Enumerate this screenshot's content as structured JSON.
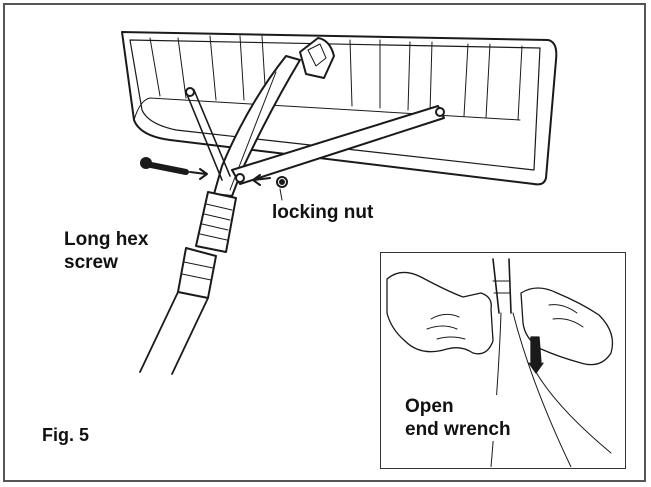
{
  "labels": {
    "screw_line1": "Long hex",
    "screw_line2": "screw",
    "nut": "locking nut",
    "figure": "Fig. 5",
    "wrench_line1": "Open",
    "wrench_line2": "end wrench"
  },
  "colors": {
    "ink": "#1a1a1a",
    "frame": "#555555"
  },
  "icons": {
    "direction_arrows": "arrow-right-icon"
  }
}
